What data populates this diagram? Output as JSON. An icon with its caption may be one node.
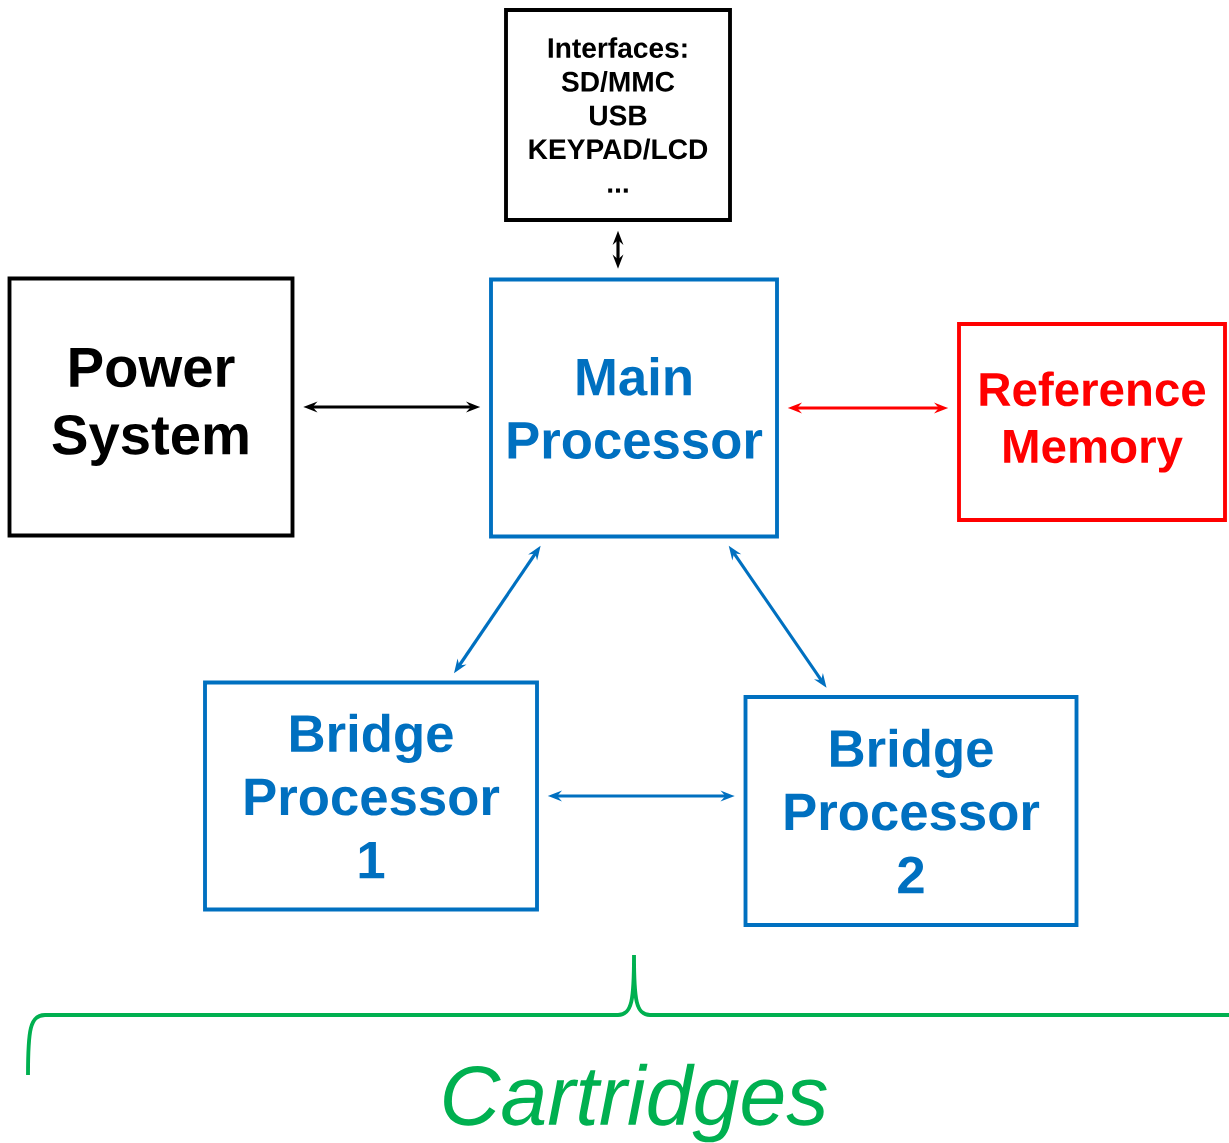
{
  "diagram": {
    "nodes": [
      {
        "text": [
          "Interfaces:",
          "SD/MMC",
          "USB",
          "KEYPAD/LCD",
          "..."
        ]
      },
      {
        "text": [
          "Power System"
        ]
      },
      {
        "text": [
          "Main Processor"
        ]
      },
      {
        "text": [
          "Reference Memory"
        ]
      },
      {
        "text": [
          "Bridge Processor 1"
        ]
      },
      {
        "text": [
          "Bridge Processor 2"
        ]
      }
    ],
    "edges": [
      {
        "from": 0,
        "to": 2,
        "arrow": "both",
        "color": "#000000"
      },
      {
        "from": 1,
        "to": 2,
        "arrow": "both",
        "color": "#000000"
      },
      {
        "from": 2,
        "to": 3,
        "arrow": "both",
        "color": "#ff0000"
      },
      {
        "from": 2,
        "to": 4,
        "arrow": "both"
      },
      {
        "from": 2,
        "to": 5,
        "arrow": "both"
      },
      {
        "from": 4,
        "to": 5,
        "arrow": "both"
      }
    ],
    "labels": [
      "Cartridges"
    ]
  }
}
